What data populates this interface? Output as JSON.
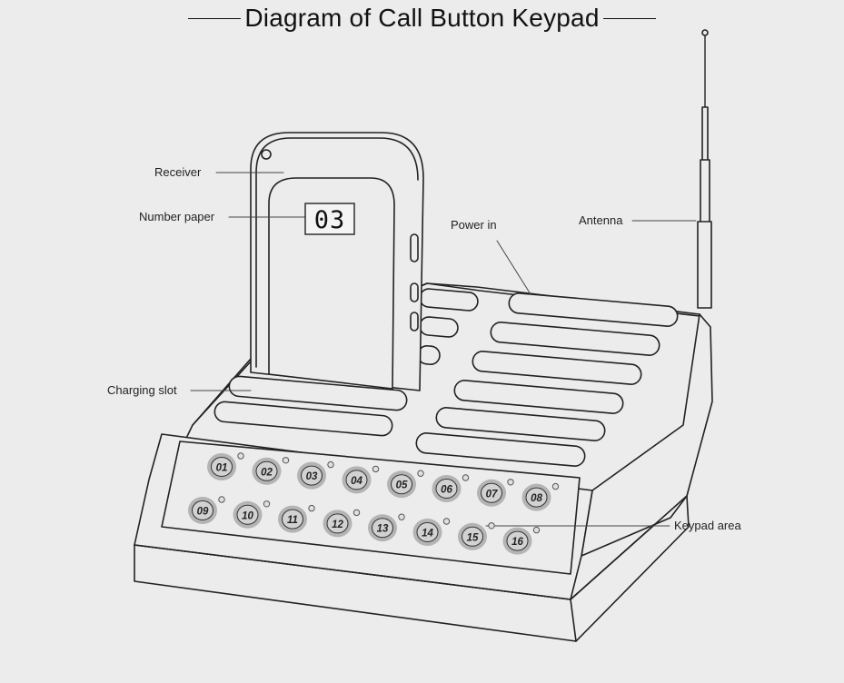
{
  "title": "Diagram of Call Button Keypad",
  "labels": {
    "receiver": "Receiver",
    "number_paper": "Number paper",
    "power_in": "Power in",
    "antenna": "Antenna",
    "charging_slot": "Charging slot",
    "keypad_area": "Keypad area"
  },
  "display_number": "03",
  "keys": [
    "01",
    "02",
    "03",
    "04",
    "05",
    "06",
    "07",
    "08",
    "09",
    "10",
    "11",
    "12",
    "13",
    "14",
    "15",
    "16"
  ],
  "colors": {
    "background": "#ececec",
    "stroke": "#222222",
    "key_fill": "#b4b4b4",
    "key_inner": "#d2d2d2"
  }
}
